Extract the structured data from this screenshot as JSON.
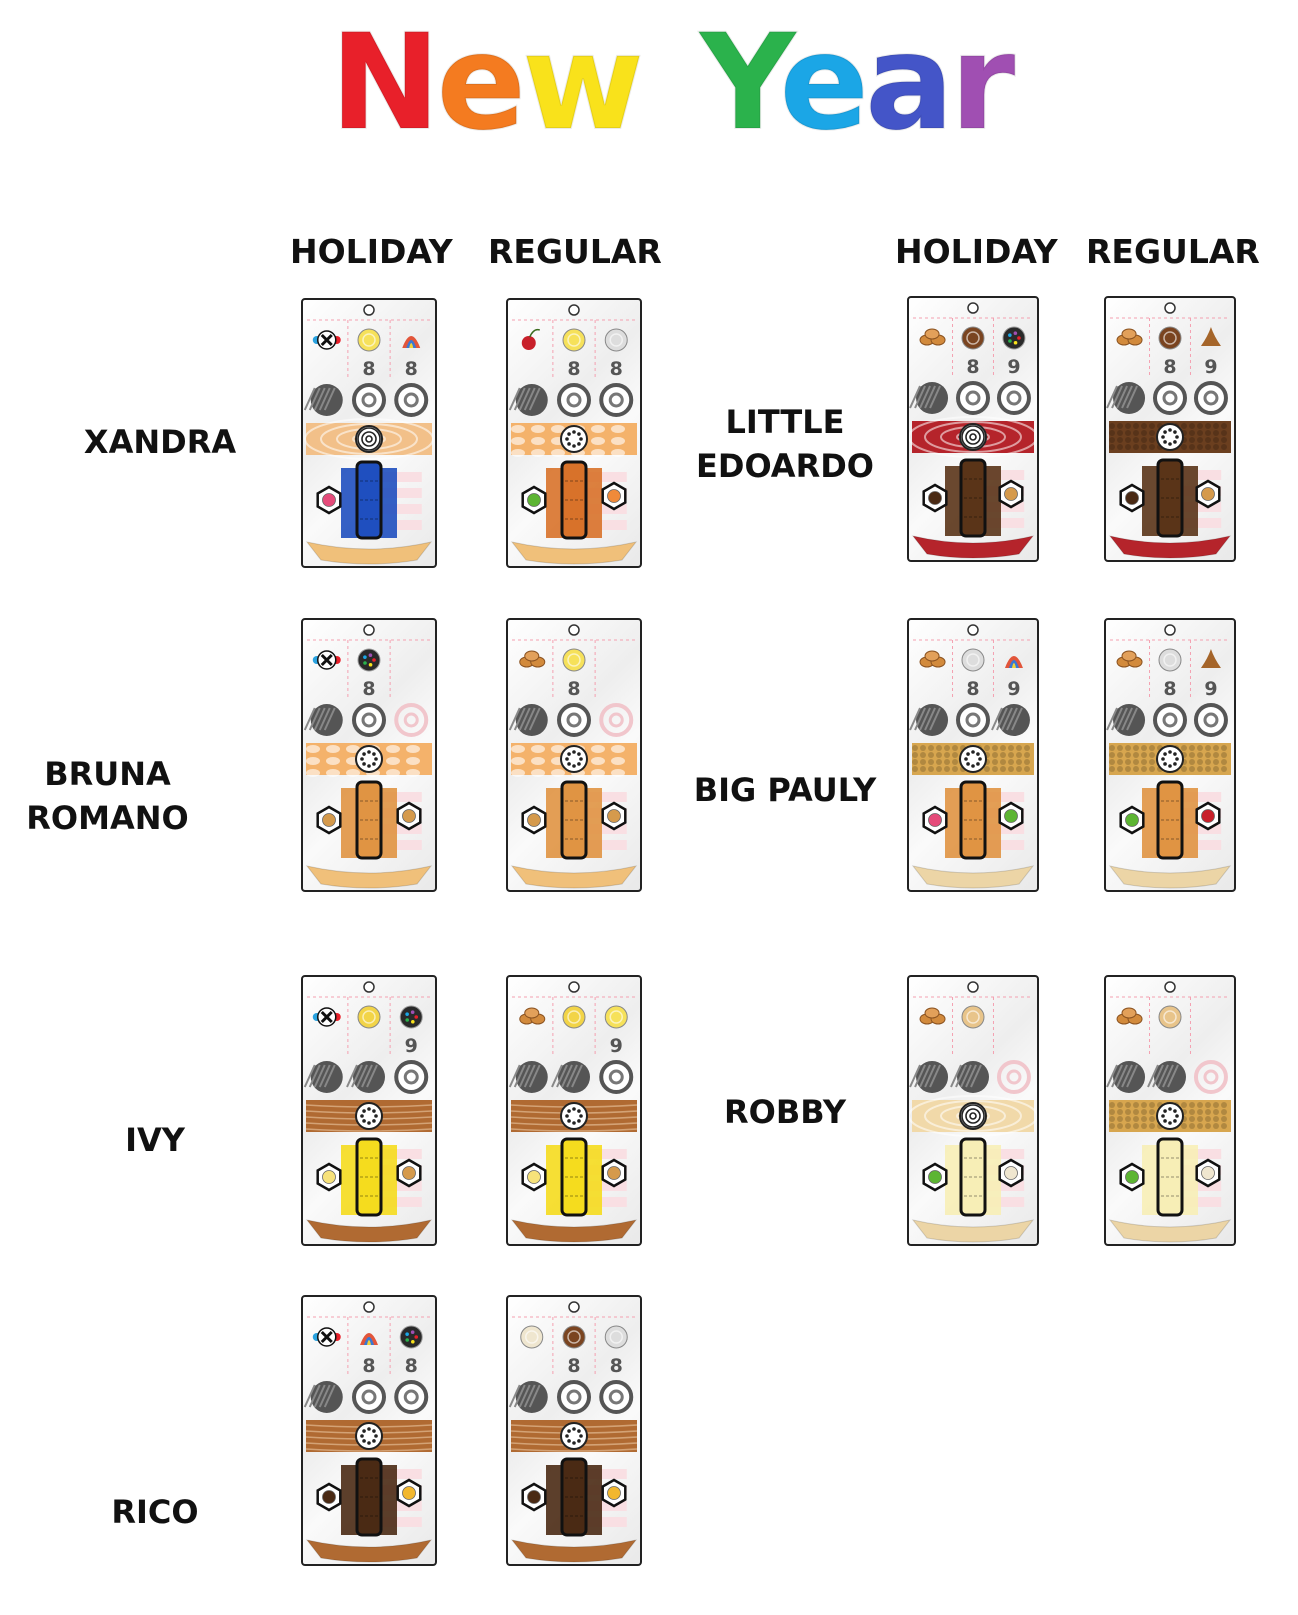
{
  "title": {
    "words": [
      {
        "text": "New",
        "letters": [
          {
            "ch": "N",
            "color": "#e8202a"
          },
          {
            "ch": "e",
            "color": "#f47b20"
          },
          {
            "ch": "w",
            "color": "#f9e21b"
          }
        ]
      },
      {
        "text": "Year",
        "letters": [
          {
            "ch": "Y",
            "color": "#2bb24c"
          },
          {
            "ch": "e",
            "color": "#1ba6e6"
          },
          {
            "ch": "a",
            "color": "#4455c8"
          },
          {
            "ch": "r",
            "color": "#a04fb2"
          }
        ]
      }
    ]
  },
  "headers": {
    "left_holiday": "HOLIDAY",
    "left_regular": "REGULAR",
    "right_holiday": "HOLIDAY",
    "right_regular": "REGULAR"
  },
  "customers": [
    {
      "id": "xandra",
      "lines": [
        "XANDRA"
      ],
      "holiday": {
        "top": [
          "x-icon",
          "banana-icon",
          "rainbow-icon"
        ],
        "nums": [
          "",
          "8",
          "8"
        ],
        "mid": [
          "dark",
          "ring",
          "ring"
        ],
        "layer": "swirl",
        "layer_color": "#f2c089",
        "filling": "#1f4fbf",
        "left": "candy-icon",
        "right": "",
        "crust": "#f0c07a"
      },
      "regular": {
        "top": [
          "cherry-icon",
          "banana-icon",
          "white-icon"
        ],
        "nums": [
          "",
          "8",
          "8"
        ],
        "mid": [
          "dark",
          "ring",
          "ring"
        ],
        "layer": "dots",
        "layer_color": "#f4b26b",
        "filling": "#d8722a",
        "left": "apple-icon",
        "right": "peach-icon",
        "crust": "#f0c07a"
      }
    },
    {
      "id": "little-edoardo",
      "lines": [
        "LITTLE",
        "EDOARDO"
      ],
      "holiday": {
        "top": [
          "nut-icon",
          "choc-icon",
          "sprinkle-icon"
        ],
        "nums": [
          "",
          "8",
          "9"
        ],
        "mid": [
          "dark",
          "ring",
          "ring"
        ],
        "layer": "swirl",
        "layer_color": "#b5242b",
        "filling": "#5a3418",
        "left": "choc-chunk-icon",
        "right": "cookie-icon",
        "crust": "#b5242b"
      },
      "regular": {
        "top": [
          "nut-icon",
          "choc-icon",
          "kiss-icon"
        ],
        "nums": [
          "",
          "8",
          "9"
        ],
        "mid": [
          "dark",
          "ring",
          "ring"
        ],
        "layer": "crunch",
        "layer_color": "#6b3f1f",
        "filling": "#5a3418",
        "left": "choc-chunk-icon",
        "right": "cookie-icon",
        "crust": "#b5242b"
      }
    },
    {
      "id": "bruna-romano",
      "lines": [
        "BRUNA",
        "ROMANO"
      ],
      "holiday": {
        "top": [
          "x-icon",
          "sprinkle-icon",
          ""
        ],
        "nums": [
          "",
          "8",
          ""
        ],
        "mid": [
          "dark",
          "ring",
          "faint"
        ],
        "layer": "dots",
        "layer_color": "#f4b26b",
        "filling": "#e09443",
        "left": "cookie-icon",
        "right": "cookie-icon",
        "crust": "#f0c07a"
      },
      "regular": {
        "top": [
          "nut-icon",
          "banana-icon",
          ""
        ],
        "nums": [
          "",
          "8",
          ""
        ],
        "mid": [
          "dark",
          "ring",
          "faint"
        ],
        "layer": "dots",
        "layer_color": "#f4b26b",
        "filling": "#e09443",
        "left": "cookie-icon",
        "right": "cookie-icon",
        "crust": "#f0c07a"
      }
    },
    {
      "id": "big-pauly",
      "lines": [
        "BIG PAULY"
      ],
      "holiday": {
        "top": [
          "nut-icon",
          "white-icon",
          "rainbow-icon"
        ],
        "nums": [
          "",
          "8",
          "9"
        ],
        "mid": [
          "dark",
          "ring",
          "dark"
        ],
        "layer": "crunch",
        "layer_color": "#d7a64f",
        "filling": "#e09443",
        "left": "candy-icon",
        "right": "apple-icon",
        "crust": "#ecd5a6"
      },
      "regular": {
        "top": [
          "nut-icon",
          "white-icon",
          "kiss-icon"
        ],
        "nums": [
          "",
          "8",
          "9"
        ],
        "mid": [
          "dark",
          "ring",
          "ring"
        ],
        "layer": "crunch",
        "layer_color": "#d7a64f",
        "filling": "#e09443",
        "left": "apple-icon",
        "right": "cherry-icon",
        "crust": "#ecd5a6"
      }
    },
    {
      "id": "ivy",
      "lines": [
        "IVY"
      ],
      "holiday": {
        "top": [
          "x-icon",
          "lemon-icon",
          "sprinkle-icon"
        ],
        "nums": [
          "",
          "",
          "9"
        ],
        "mid": [
          "dark",
          "dark",
          "ring"
        ],
        "layer": "wood",
        "layer_color": "#b06a32",
        "filling": "#f5dc1e",
        "left": "cheese-icon",
        "right": "cookie-icon",
        "crust": "#b06a32"
      },
      "regular": {
        "top": [
          "nut-icon",
          "lemon-icon",
          "banana-icon"
        ],
        "nums": [
          "",
          "",
          "9"
        ],
        "mid": [
          "dark",
          "dark",
          "ring"
        ],
        "layer": "wood",
        "layer_color": "#b06a32",
        "filling": "#f5dc1e",
        "left": "cheese-icon",
        "right": "cookie-icon",
        "crust": "#b06a32"
      }
    },
    {
      "id": "robby",
      "lines": [
        "ROBBY"
      ],
      "holiday": {
        "top": [
          "nut-icon",
          "peanut-icon",
          ""
        ],
        "nums": [
          "",
          "",
          ""
        ],
        "mid": [
          "dark",
          "dark",
          "faint"
        ],
        "layer": "swirl",
        "layer_color": "#f1d9a9",
        "filling": "#f7eeb6",
        "left": "apple-icon",
        "right": "cake-icon",
        "crust": "#ecd5a6"
      },
      "regular": {
        "top": [
          "nut-icon",
          "peanut-icon",
          ""
        ],
        "nums": [
          "",
          "",
          ""
        ],
        "mid": [
          "dark",
          "dark",
          "faint"
        ],
        "layer": "crunch",
        "layer_color": "#d7a64f",
        "filling": "#f7eeb6",
        "left": "apple-icon",
        "right": "cake-icon",
        "crust": "#ecd5a6"
      }
    },
    {
      "id": "rico",
      "lines": [
        "RICO"
      ],
      "holiday": {
        "top": [
          "x-icon",
          "rainbow-icon",
          "sprinkle-icon"
        ],
        "nums": [
          "",
          "8",
          "8"
        ],
        "mid": [
          "dark",
          "ring",
          "ring"
        ],
        "layer": "wood",
        "layer_color": "#b06a32",
        "filling": "#4a2a14",
        "left": "choc-chunk-icon",
        "right": "butter-icon",
        "crust": "#b06a32"
      },
      "regular": {
        "top": [
          "cake-icon",
          "choc-icon",
          "white-icon"
        ],
        "nums": [
          "",
          "8",
          "8"
        ],
        "mid": [
          "dark",
          "ring",
          "ring"
        ],
        "layer": "wood",
        "layer_color": "#b06a32",
        "filling": "#4a2a14",
        "left": "choc-chunk-icon",
        "right": "butter-icon",
        "crust": "#b06a32"
      }
    }
  ]
}
